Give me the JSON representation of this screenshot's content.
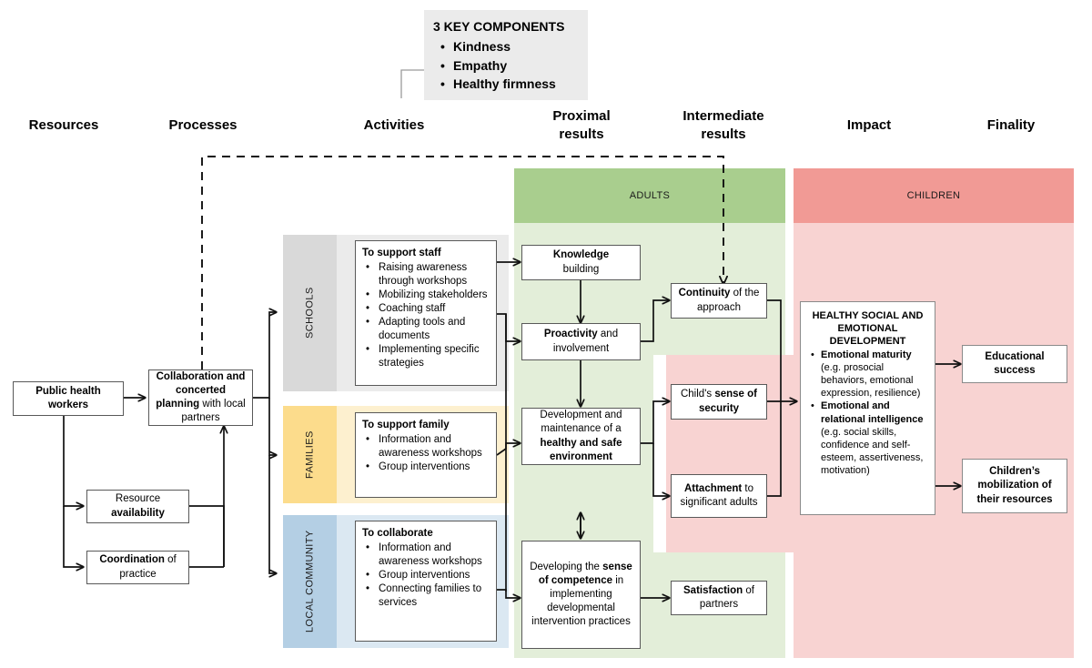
{
  "key_components": {
    "title": "3 KEY COMPONENTS",
    "items": [
      "Kindness",
      "Empathy",
      "Healthy firmness"
    ]
  },
  "columns": [
    {
      "id": "resources",
      "label": "Resources"
    },
    {
      "id": "processes",
      "label": "Processes"
    },
    {
      "id": "activities",
      "label": "Activities"
    },
    {
      "id": "proximal",
      "label": "Proximal\nresults",
      "line1": "Proximal",
      "line2": "results"
    },
    {
      "id": "intermediate",
      "label": "Intermediate\nresults",
      "line1": "Intermediate",
      "line2": "results"
    },
    {
      "id": "impact",
      "label": "Impact"
    },
    {
      "id": "finality",
      "label": "Finality"
    }
  ],
  "bands": {
    "adults": "ADULTS",
    "children": "CHILDREN",
    "schools": "SCHOOLS",
    "families": "FAMILIES",
    "local_community": "LOCAL COMMUNITY"
  },
  "resources": {
    "public_health_workers": "Public health workers",
    "public_health_workers_bold": "Public health workers"
  },
  "processes": {
    "collaboration_bold": "Collaboration and concerted planning",
    "collaboration_rest": " with local partners",
    "resource_availability_plain": "Resource ",
    "resource_availability_bold": "availability",
    "coordination_bold": "Coordination",
    "coordination_rest": " of practice"
  },
  "activities": {
    "schools": {
      "heading": "To support staff",
      "items": [
        "Raising awareness through workshops",
        "Mobilizing stakeholders",
        "Coaching staff",
        "Adapting tools and documents",
        "Implementing specific strategies"
      ]
    },
    "families": {
      "heading": "To support family",
      "items": [
        "Information and awareness workshops",
        "Group interventions"
      ]
    },
    "local_community": {
      "heading": "To collaborate",
      "items": [
        "Information and awareness workshops",
        "Group interventions",
        "Connecting families to services"
      ]
    }
  },
  "proximal_results": {
    "knowledge_bold": "Knowledge",
    "knowledge_rest": " building",
    "proactivity_bold": "Proactivity",
    "proactivity_rest": " and involvement",
    "environment_plain": "Development and maintenance of a ",
    "environment_bold": "healthy and safe environment",
    "competence_pre": "Developing the ",
    "competence_bold": "sense of competence",
    "competence_post": " in implementing developmental intervention practices"
  },
  "intermediate_results": {
    "continuity_bold": "Continuity",
    "continuity_rest": " of the approach",
    "security_pre": "Child's ",
    "security_bold": "sense of security",
    "attachment_bold": "Attachment",
    "attachment_rest": " to significant adults",
    "satisfaction_bold": "Satisfaction",
    "satisfaction_rest": " of partners"
  },
  "impact": {
    "title": "HEALTHY SOCIAL AND EMOTIONAL DEVELOPMENT",
    "items": [
      {
        "bold": "Emotional maturity",
        "rest": " (e.g. prosocial behaviors, emotional expression, resilience)"
      },
      {
        "bold": "Emotional and relational intelligence",
        "rest": " (e.g. social skills, confidence and self-esteem, assertiveness, motivation)"
      }
    ]
  },
  "finality": {
    "educational_success": "Educational success",
    "children_mobilization": "Children’s mobilization of their resources"
  },
  "colors": {
    "adults_header": "#a9ce8e",
    "children_header": "#f19a95",
    "green_light": "#e3eed9",
    "pink_light": "#f8d3d2",
    "schools": "#d9d9d9",
    "families": "#fcdc8c",
    "local_community": "#b4cfe4",
    "box_border": "#595959",
    "callout": "#ebebeb"
  }
}
